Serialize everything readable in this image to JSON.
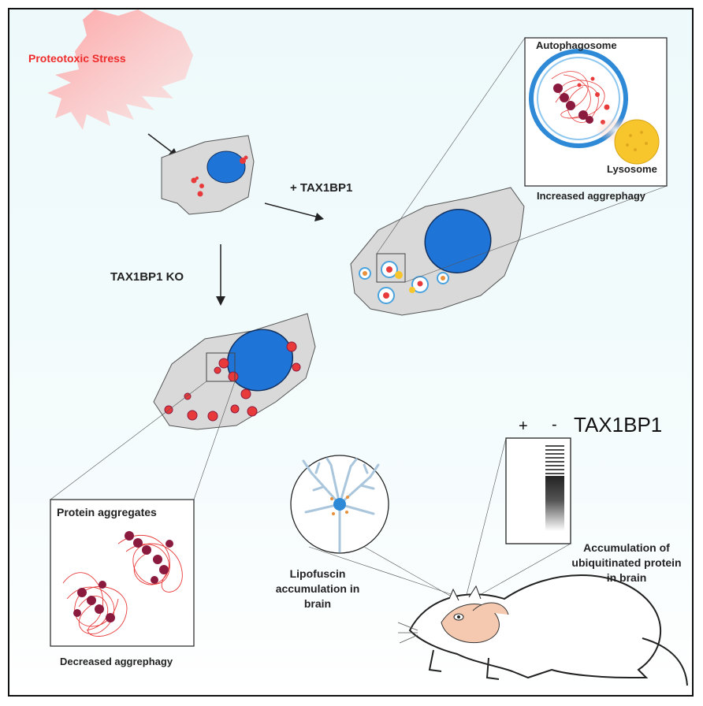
{
  "labels": {
    "proteotoxic_stress": "Proteotoxic Stress",
    "plus_tax1bp1": "+ TAX1BP1",
    "tax1bp1_ko": "TAX1BP1 KO",
    "autophagosome": "Autophagosome",
    "lysosome": "Lysosome",
    "increased_aggrephagy": "Increased aggrephagy",
    "protein_aggregates": "Protein aggregates",
    "decreased_aggrephagy": "Decreased aggrephagy",
    "lipofuscin": "Lipofuscin accumulation in brain",
    "ubiquitinated": "Accumulation of ubiquitinated protein in brain",
    "wb_plus": "+",
    "wb_minus": "-",
    "wb_protein": "TAX1BP1"
  },
  "colors": {
    "stress": "#ef2b2b",
    "nucleus": "#1f74d8",
    "cell": "#d9d9d9",
    "aggregate": "#e83a3a",
    "aggregate_dark": "#8b1a3f",
    "lysosome": "#f6c62c",
    "autophagosome_ring": "#4aa3df",
    "neuron": "#aac6dc",
    "mouse_skin": "#f5c9b0"
  }
}
